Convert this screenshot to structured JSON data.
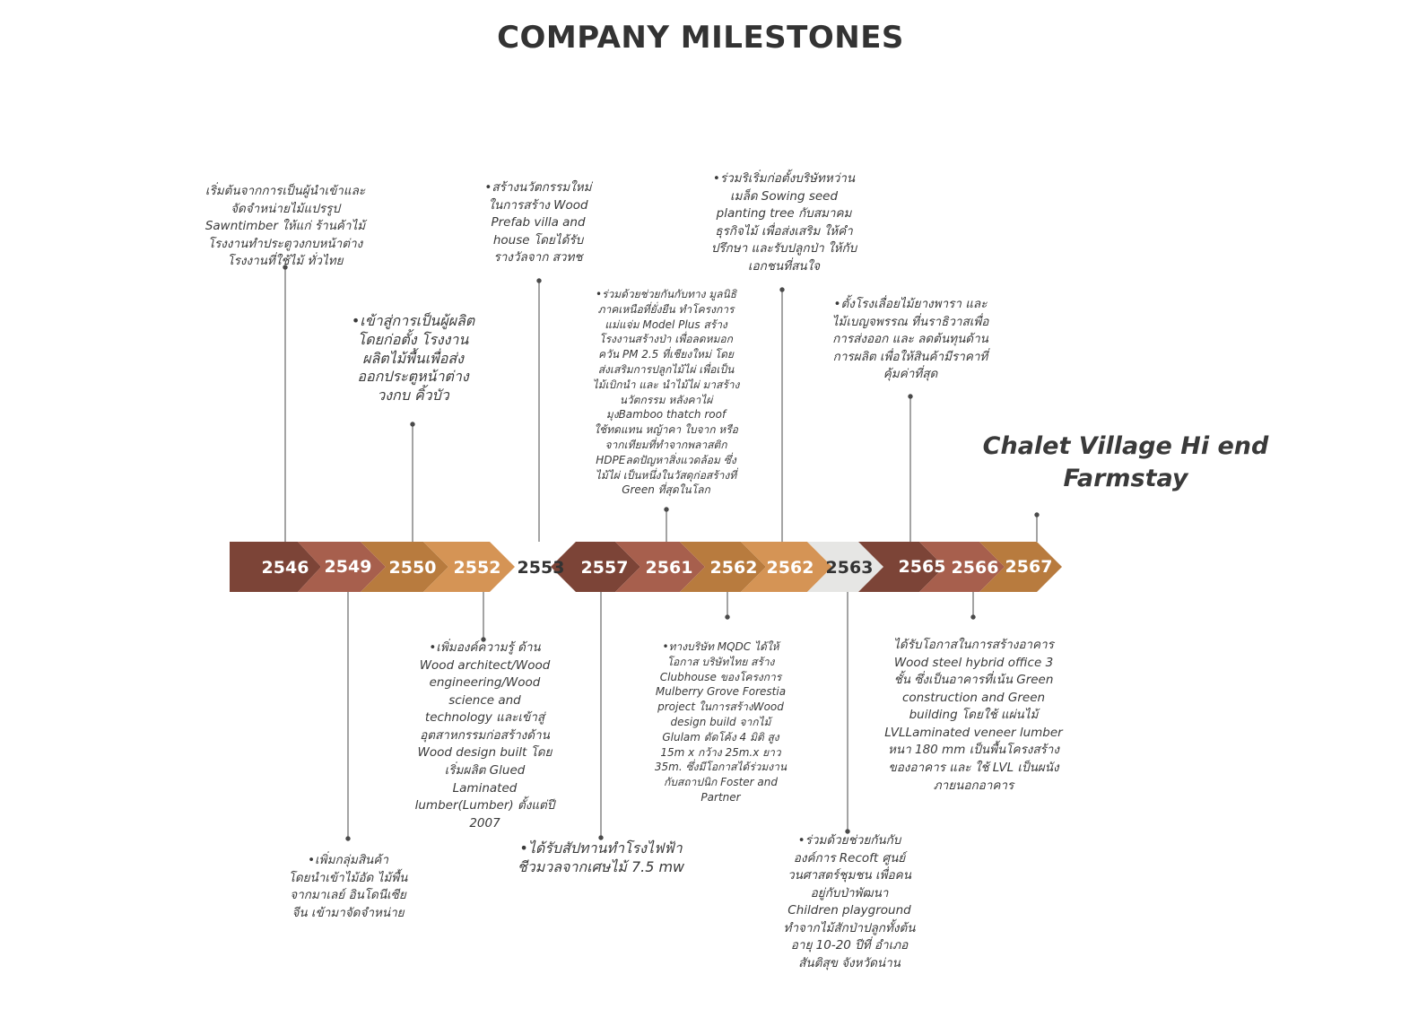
{
  "title": "COMPANY MILESTONES",
  "highlight": "Chalet Village Hi end\nFarmstay",
  "colors": {
    "dark_brown": "#7c4437",
    "rust": "#a75f4d",
    "ochre": "#b87b3e",
    "tan": "#d59455",
    "light_gray": "#e6e6e4",
    "connector": "#4a4a4a"
  },
  "years": [
    "2546",
    "2549",
    "2550",
    "2552",
    "2553",
    "2557",
    "2561",
    "2562",
    "2562",
    "2563",
    "2565",
    "2566",
    "2567"
  ],
  "notes": {
    "n2546": "เริ่มต้นจากการเป็นผู้นำเข้าและ\nจัดจำหน่ายไม้แปรรูป\nSawntimber ให้แก่ ร้านค้าไม้\nโรงงานทำประตูวงกบหน้าต่าง\nโรงงานที่ใช้ไม้ ทั่วไทย",
    "n2549": "•เพิ่มกลุ่มสินค้า\nโดยนำเข้าไม้อัด ไม้พื้น\nจากมาเลย์ อินโดนีเซีย\nจีน เข้ามาจัดจำหน่าย",
    "n2550": "•เข้าสู่การเป็นผู้ผลิต\nโดยก่อตั้ง โรงงาน\nผลิตไม้พื้นเพื่อส่ง\nออกประตูหน้าต่าง\nวงกบ คิ้วบัว",
    "n2552": "•เพิ่มองค์ความรู้ ด้าน\nWood architect/Wood\nengineering/Wood\nscience and\ntechnology และเข้าสู่\nอุตสาหกรรมก่อสร้างด้าน\nWood design built โดย\nเริ่มผลิต Glued\nLaminated\nlumber(Lumber) ตั้งแต่ปี\n2007",
    "n2553": "•สร้างนวัตกรรมใหม่\nในการสร้าง Wood\nPrefab villa and\nhouse โดยได้รับ\nรางวัลจาก สวทช",
    "n2557": "•ได้รับสัปทานทำโรงไฟฟ้า\nชีวมวลจากเศษไม้ 7.5 mw",
    "n2561": "•ร่วมด้วยช่วยกันกับทาง มูลนิธิ\nภาคเหนือที่ยั่งยืน ทำโครงการ\nแม่แจ่ม Model Plus  สร้าง\nโรงงานสร้างป่า เพื่อลดหมอก\nควัน PM 2.5 ที่เชียงใหม่  โดย\nส่งเสริมการปลูกไม้ไผ่ เพื่อเป็น\nไม้เบิกนำ และ นำไม้ไผ่ มาสร้าง\nนวัตกรรม หลังคาไผ่\nมุงBamboo thatch roof\nใช้ทดแทน หญ้าคา ใบจาก หรือ\nจากเทียมที่ทำจากพลาสติก\nHDPEลดปัญหาสิ่งแวดล้อม ซึ่ง\nไม้ไผ่ เป็นหนึ่งในวัสดุก่อสร้างที่\nGreen ที่สุดในโลก",
    "n2562a": "•ทางบริษัท MQDC ได้ให้\nโอกาส บริษัทไทย สร้าง\nClubhouse ของโครงการ\nMulberry Grove Forestia\nproject  ในการสร้างWood\ndesign build  จากไม้\nGlulam ดัดโค้ง 4 มิติ สูง\n15m x กว้าง 25m.x ยาว\n35m. ซึ่งมีโอกาสได้ร่วมงาน\nกับสถาปนิก Foster and\nPartner",
    "n2562b": "•ร่วมริเริ่มก่อตั้งบริษัทหว่าน\nเมล็ด  Sowing seed\nplanting tree กับสมาคม\nธุรกิจไม้ เพื่อส่งเสริม ให้คำ\nปรึกษา และรับปลูกป่า ให้กับ\nเอกชนที่สนใจ",
    "n2563": "•ร่วมด้วยช่วยกันกับ\nองค์การ Recoft ศูนย์\nวนศาสตร์ชุมชน เพื่อคน\nอยู่กับป่าพัฒนา\nChildren playground\nทำจากไม้สักป่าปลูกทั้งต้น\nอายุ 10-20 ปีที่ อำเภอ\nสันติสุข จังหวัดน่าน",
    "n2565": "•ตั้งโรงเลื่อยไม้ยางพารา และ\nไม้เบญจพรรณ ที่นราธิวาสเพื่อ\nการส่งออก และ ลดต้นทุนด้าน\nการผลิต เพื่อให้สินค้ามีราคาที่\nคุ้มค่าที่สุด",
    "n2566": "ได้รับโอกาสในการสร้างอาคาร\nWood steel hybrid office  3\nชั้น  ซึ่งเป็นอาคารที่เน้น Green\nconstruction and Green\nbuilding โดยใช้ แผ่นไม้\nLVLLaminated veneer lumber\nหนา 180 mm เป็นพื้นโครงสร้าง\nของอาคาร และ ใช้ LVL เป็นผนัง\nภายนอกอาคาร"
  }
}
